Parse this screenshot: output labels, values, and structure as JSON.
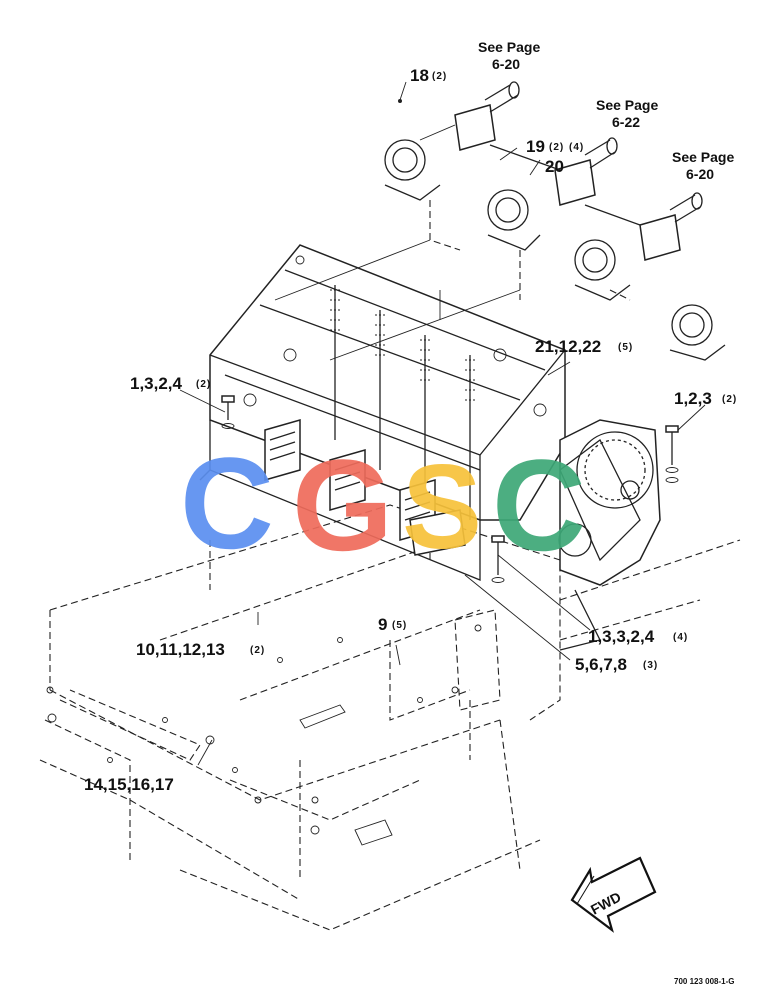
{
  "callouts": {
    "c18": {
      "num": "18",
      "qty": "(2)"
    },
    "c19": {
      "num": "19",
      "qty": "(2)"
    },
    "c20": {
      "num": "20",
      "qty": "(4)"
    },
    "c21": {
      "num": "21,12,22",
      "qty": "(5)"
    },
    "c1324L": {
      "num": "1,3,2,4",
      "qty": "(2)"
    },
    "c123R": {
      "num": "1,2,3",
      "qty": "(2)"
    },
    "c13324": {
      "num": "1,3,3,2,4",
      "qty": "(4)"
    },
    "c5678": {
      "num": "5,6,7,8",
      "qty": "(3)"
    },
    "c9": {
      "num": "9",
      "qty": "(5)"
    },
    "c10": {
      "num": "10,11,12,13",
      "qty": "(2)"
    },
    "c14": {
      "num": "14,15,16,17",
      "qty": ""
    }
  },
  "see_page": {
    "a": {
      "line1": "See Page",
      "line2": "6-20"
    },
    "b": {
      "line1": "See Page",
      "line2": "6-22"
    },
    "c": {
      "line1": "See Page",
      "line2": "6-20"
    }
  },
  "fwd_label": "FWD",
  "watermark": {
    "letters": [
      "C",
      "G",
      "S",
      "C"
    ],
    "colors": [
      "#5b8ff0",
      "#ef6b5b",
      "#f7c23a",
      "#3da877"
    ]
  },
  "drawing_number": "700 123 008-1-G"
}
